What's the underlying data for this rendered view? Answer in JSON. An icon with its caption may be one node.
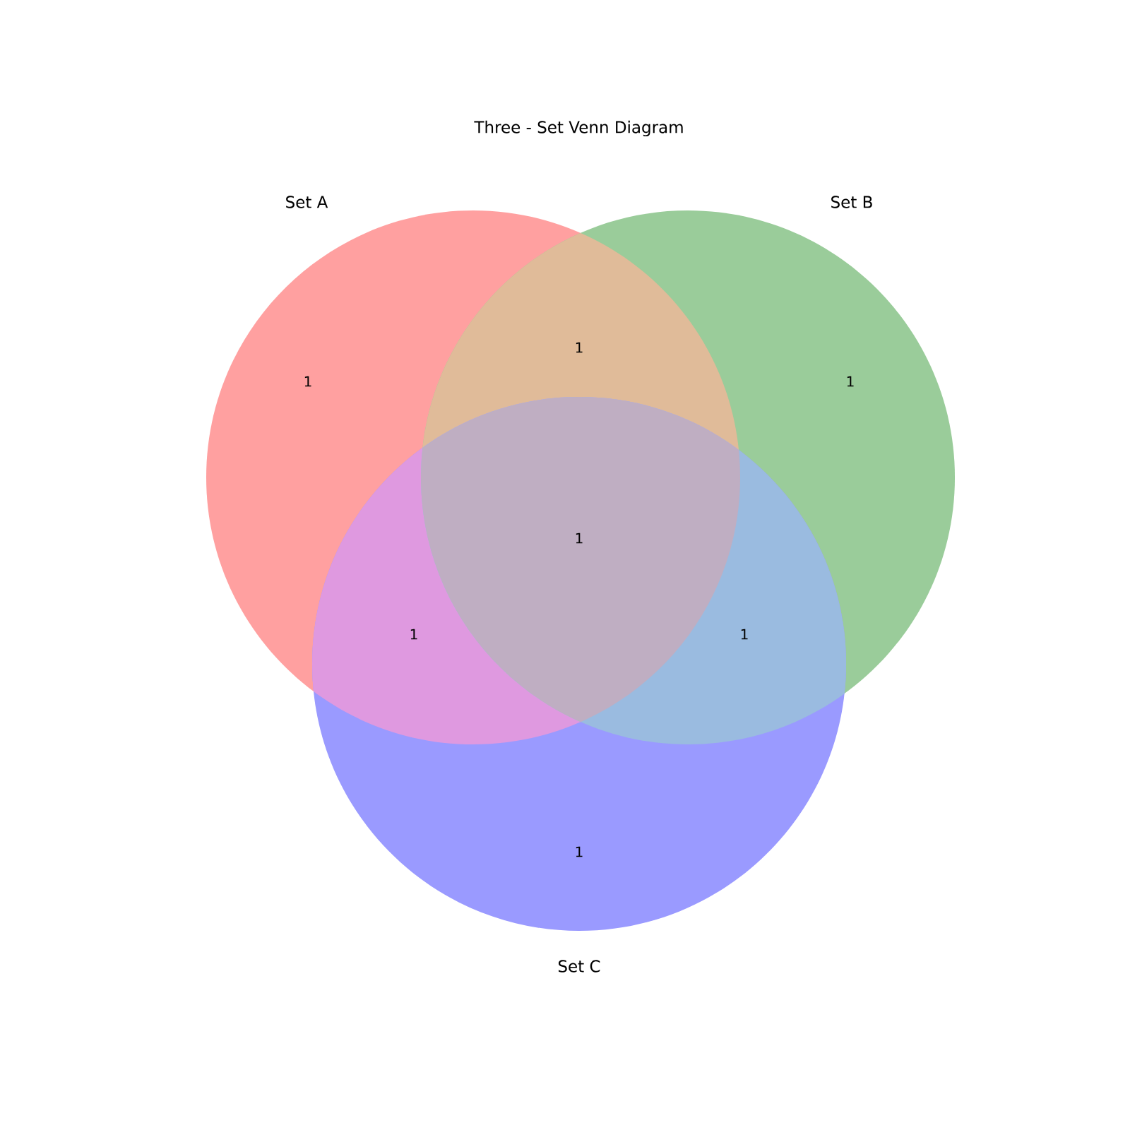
{
  "diagram": {
    "title": "Three - Set Venn Diagram",
    "nodes": [
      {
        "text": [
          "Set A",
          "1"
        ]
      },
      {
        "text": [
          "Set B",
          "1"
        ]
      },
      {
        "text": [
          "1",
          "Set C"
        ]
      }
    ],
    "labels": [
      "1",
      "1",
      "1",
      "1"
    ]
  }
}
